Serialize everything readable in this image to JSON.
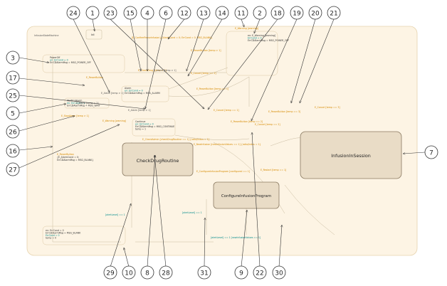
{
  "diagram": {
    "chart_title": "InfusionStateMachine",
    "top_tag": "Idl",
    "states": {
      "checkdrug": "CheckDrugRoutine",
      "configure": "ConfigureInfusionProgram",
      "infusion": "InfusionInSession"
    },
    "callouts": [
      "24",
      "1",
      "23",
      "15",
      "4",
      "6",
      "12",
      "13",
      "14",
      "11",
      "2",
      "18",
      "19",
      "20",
      "21",
      "3",
      "17",
      "25",
      "5",
      "26",
      "16",
      "27",
      "7",
      "29",
      "10",
      "8",
      "28",
      "31",
      "9",
      "22",
      "30"
    ],
    "edge_labels": {
      "e12": "[E_ConfirmPauseInfusion] {AlarmCond = 0; ErrCond = 0; MSG_BLANK}",
      "e11": "E_Warning [warning]",
      "e13": "E_PowerButton [temp > 1]",
      "e14": "E_Cancel [temp == 2]",
      "e17": "E_PowerButton",
      "e23": "E_Cancel [temp == 1]",
      "e19": "E_PowerButton [temp == 2]",
      "e20": "E_PowerButton [temp == 3]",
      "e21": "E_Cancel [temp == 3]",
      "e18": "E_Cancel [temp == 2]",
      "e_cancel_mid": "E_PowerButton [temp == 1]",
      "e26": "E_StopAlarm [temp > 1]",
      "e27": "E_Warning [warning]",
      "e16": "E_PowerButton",
      "e16b": "{E_AlarmCond = 0;",
      "e16c": "ErrCDAlarmMsg = MSG_BLANK}",
      "e_check1": "E_CheckAdmin [checkDrugRoutine == 1] {ratio/Indus = 1}",
      "e_check2": "E_NewInfusion [newInfusionValues == 1] {ratio/Indus = 1}",
      "e_config": "E_ConfigureInfusionProgram [configured == 1]",
      "e_restart": "E_Restart [temp == 1]",
      "e29": "[alertLevel] == 1",
      "e31": "[alertLevel] == 1",
      "e9": "[alertLevel] == 1 [newInfusionValues == 1]",
      "e15": "E_CheckDrug [temp > 1]",
      "e4": "E_Alarm [temp > 1]",
      "e6": "E_Alarm [temp > 1]",
      "e25": "E_Alarm [temp > 2]",
      "e24": "E_Alarm [temp > 1]"
    },
    "actions": {
      "a2_1": "en: E_Warning [warning]",
      "a2_2": "ErrCond = 0",
      "a2_3": "ErrCDAlarmMsg = MSG_POWER_OFF",
      "a3_1": "PowerOff",
      "a3_2": "en: ErrCond = 0",
      "a3_3": "ErrCDAlarmMsg = MSG_POWER_OFF",
      "a4_1": "Alarm",
      "a4_2": "en: ErrCond = 0",
      "a4_3": "ErrCDAlarmMsg = MSG_ALARM",
      "a5_1": "WaitForAlarm",
      "a5_2": "en: ErrCond = 1",
      "a5_3": "ErrCDAlarmMsg = MSG_WAIT",
      "a8_1": "Continue",
      "a8_2": "en: ErrCond = 0",
      "a8_3": "ErrCDAlarmMsg = MSG_CONTINUE",
      "a8_4": "temp = 1",
      "a10_1": "en: ErrCond = 0",
      "a10_2": "ErrCDAlarmMsg = MSG_BLANK",
      "a10_3": "ErrCond = 0",
      "a10_4": "temp = 0"
    }
  }
}
